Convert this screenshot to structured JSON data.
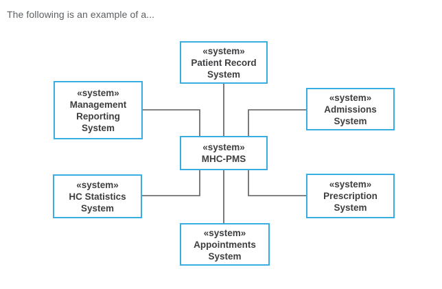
{
  "page": {
    "title": "The following is an example of a..."
  },
  "colors": {
    "box_border": "#38ade2",
    "connector": "#58595b",
    "box_text": "#3d3e40",
    "title_text": "#5b5f62"
  },
  "diagram": {
    "type": "system-context-diagram",
    "nodes": [
      {
        "id": "patient-record-system",
        "stereotype": "«system»",
        "name": "Patient Record System",
        "lines": [
          "Patient Record",
          "System"
        ]
      },
      {
        "id": "management-reporting-system",
        "stereotype": "«system»",
        "name": "Management Reporting System",
        "lines": [
          "Management",
          "Reporting",
          "System"
        ]
      },
      {
        "id": "admissions-system",
        "stereotype": "«system»",
        "name": "Admissions System",
        "lines": [
          "Admissions",
          "System"
        ]
      },
      {
        "id": "mhc-pms",
        "stereotype": "«system»",
        "name": "MHC-PMS",
        "lines": [
          "MHC-PMS"
        ]
      },
      {
        "id": "hc-statistics-system",
        "stereotype": "«system»",
        "name": "HC Statistics System",
        "lines": [
          "HC Statistics",
          "System"
        ]
      },
      {
        "id": "prescription-system",
        "stereotype": "«system»",
        "name": "Prescription System",
        "lines": [
          "Prescription",
          "System"
        ]
      },
      {
        "id": "appointments-system",
        "stereotype": "«system»",
        "name": "Appointments System",
        "lines": [
          "Appointments",
          "System"
        ]
      }
    ],
    "edges": [
      {
        "from": "patient-record-system",
        "to": "mhc-pms"
      },
      {
        "from": "management-reporting-system",
        "to": "mhc-pms"
      },
      {
        "from": "admissions-system",
        "to": "mhc-pms"
      },
      {
        "from": "hc-statistics-system",
        "to": "mhc-pms"
      },
      {
        "from": "prescription-system",
        "to": "mhc-pms"
      },
      {
        "from": "appointments-system",
        "to": "mhc-pms"
      }
    ]
  }
}
